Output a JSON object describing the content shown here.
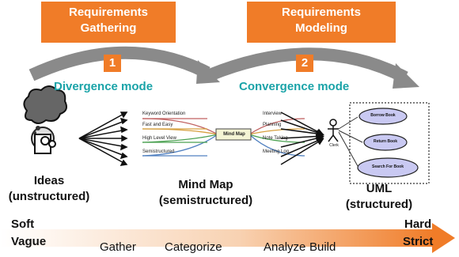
{
  "steps": [
    {
      "number": "1",
      "title_line1": "Requirements",
      "title_line2": "Gathering",
      "mode": "Divergence mode"
    },
    {
      "number": "2",
      "title_line1": "Requirements",
      "title_line2": "Modeling",
      "mode": "Convergence mode"
    }
  ],
  "ideas": {
    "line1": "Ideas",
    "line2": "(unstructured)"
  },
  "mindmap": {
    "line1": "Mind Map",
    "line2": "(semistructured)",
    "center": "Mind Map",
    "left_branches": [
      "Keyword Orientation",
      "Fast and Easy",
      "High Level View",
      "Semistructured"
    ],
    "right_branches": [
      "Interview",
      "Planning",
      "Note Taking",
      "Meeting Log"
    ]
  },
  "uml": {
    "line1": "UML",
    "line2": "(structured)",
    "actor": "Clerk",
    "use_cases": [
      "Borrow Book",
      "Return Book",
      "Search For Book"
    ]
  },
  "scale": {
    "soft": "Soft",
    "vague": "Vague",
    "hard": "Hard",
    "strict": "Strict",
    "stages": [
      "Gather",
      "Categorize",
      "Analyze",
      "Build"
    ]
  },
  "colors": {
    "accent": "#f07c28",
    "mode_text": "#1aa3a8",
    "arrow_gray": "#8a8a8a",
    "use_case_fill": "#c9c9f2"
  }
}
